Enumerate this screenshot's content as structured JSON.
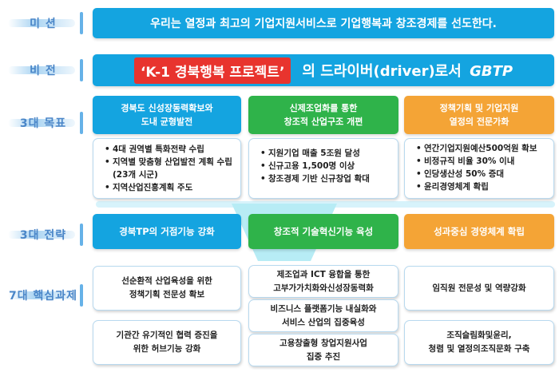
{
  "labels": {
    "mission": "미    션",
    "vision": "비    전",
    "goals": "3대 목표",
    "strategy": "3대 전략",
    "tasks": "7대 핵심과제"
  },
  "mission": "우리는 열정과 최고의 기업지원서비스로 기업행복과 창조경제를 선도한다.",
  "vision": {
    "highlight": "‘K-1 경북행복 프로젝트’",
    "rest": "의 드라이버(driver)로서",
    "brand": "GBTP"
  },
  "goals": [
    {
      "line1": "경북도 신성장동력확보와",
      "line2": "도내 균형발전",
      "items": [
        "4대 권역별 특화전략 수립",
        "지역별 맞춤형 산업발전 계획 수립(23개 시군)",
        "지역산업진흥계획 주도"
      ]
    },
    {
      "line1": "신제조업화를 통한",
      "line2": "창조적 산업구조 개편",
      "items": [
        "지원기업 매출 5조원 달성",
        "신규고용 1,500명 이상",
        "창조경제 기반 신규창업 확대"
      ]
    },
    {
      "line1": "정책기획 및 기업지원",
      "line2": "열정의 전문가화",
      "items": [
        "연간기업지원예산500억원 확보",
        "비정규직 비율 30% 이내",
        "인당생산성 50% 증대",
        "윤리경영체계 확립"
      ]
    }
  ],
  "strategies": [
    "경북TP의 거점기능 강화",
    "창조적 기술혁신기능 육성",
    "성과중심 경영체계 확립"
  ],
  "tasks": {
    "left": [
      {
        "line1": "선순환적 산업육성을 위한",
        "line2": "정책기획 전문성 확보"
      },
      {
        "line1": "기관간 유기적인 협력 증진을",
        "line2": "위한 허브기능 강화"
      }
    ],
    "middle": [
      {
        "line1": "제조업과 ICT 융합을 통한",
        "line2": "고부가가치화와신성장동력화"
      },
      {
        "line1": "비즈니스 플랫폼기능 내실화와",
        "line2": "서비스 산업의 집중육성"
      },
      {
        "line1": "고용창출형 창업지원사업",
        "line2": "집중 추진"
      }
    ],
    "right": [
      {
        "line1": "임직원 전문성 및 역량강화",
        "line2": ""
      },
      {
        "line1": "조직슬림화및윤리,",
        "line2": "청렴 및 열정의조직문화 구축"
      }
    ]
  },
  "colors": {
    "blue": "#14a4e0",
    "green": "#2fb34a",
    "orange": "#f4a436",
    "red": "#e8342e",
    "label": "#4a86c8"
  }
}
